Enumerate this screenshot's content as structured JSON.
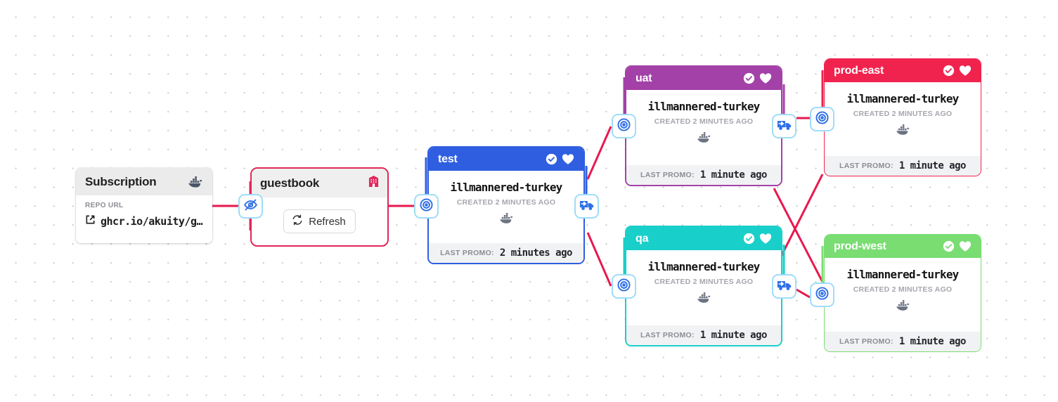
{
  "subscription": {
    "title": "Subscription",
    "icon": "docker-icon",
    "repo_url_label": "REPO URL",
    "repo_url": "ghcr.io/akuity/g…",
    "external_link_icon": "external-link-icon"
  },
  "warehouse": {
    "title": "guestbook",
    "icon": "warehouse-icon",
    "accent": "#e0285a",
    "refresh_label": "Refresh",
    "refresh_icon": "refresh-icon"
  },
  "hide_chip": {
    "icon": "eye-slash-icon"
  },
  "stages": [
    {
      "name": "test",
      "color": "#2f5fe0",
      "freight": "illmannered-turkey",
      "created": "CREATED 2 MINUTES AGO",
      "freight_icon": "docker-icon",
      "promo_label": "LAST PROMO:",
      "promo_value": "2 minutes ago",
      "health_icon": "check-circle-icon",
      "favorite_icon": "heart-icon",
      "left_chip_icon": "target-icon",
      "right_chip_icon": "promote-truck-icon"
    },
    {
      "name": "uat",
      "color": "#a341a8",
      "freight": "illmannered-turkey",
      "created": "CREATED 2 MINUTES AGO",
      "freight_icon": "docker-icon",
      "promo_label": "LAST PROMO:",
      "promo_value": "1 minute ago",
      "health_icon": "check-circle-icon",
      "favorite_icon": "heart-icon",
      "left_chip_icon": "target-icon",
      "right_chip_icon": "promote-truck-icon"
    },
    {
      "name": "qa",
      "color": "#19cfc9",
      "freight": "illmannered-turkey",
      "created": "CREATED 2 MINUTES AGO",
      "freight_icon": "docker-icon",
      "promo_label": "LAST PROMO:",
      "promo_value": "1 minute ago",
      "health_icon": "check-circle-icon",
      "favorite_icon": "heart-icon",
      "left_chip_icon": "target-icon",
      "right_chip_icon": "promote-truck-icon"
    },
    {
      "name": "prod-east",
      "color": "#f0234e",
      "freight": "illmannered-turkey",
      "created": "CREATED 2 MINUTES AGO",
      "freight_icon": "docker-icon",
      "promo_label": "LAST PROMO:",
      "promo_value": "1 minute ago",
      "health_icon": "check-circle-icon",
      "favorite_icon": "heart-icon",
      "left_chip_icon": "target-icon"
    },
    {
      "name": "prod-west",
      "color": "#79dd72",
      "freight": "illmannered-turkey",
      "created": "CREATED 2 MINUTES AGO",
      "freight_icon": "docker-icon",
      "promo_label": "LAST PROMO:",
      "promo_value": "1 minute ago",
      "health_icon": "check-circle-icon",
      "favorite_icon": "heart-icon",
      "left_chip_icon": "target-icon"
    }
  ],
  "theme": {
    "edge_color": "#e8194f",
    "chip_border": "#9fdcf8",
    "chip_icon": "#2f6fe8"
  }
}
